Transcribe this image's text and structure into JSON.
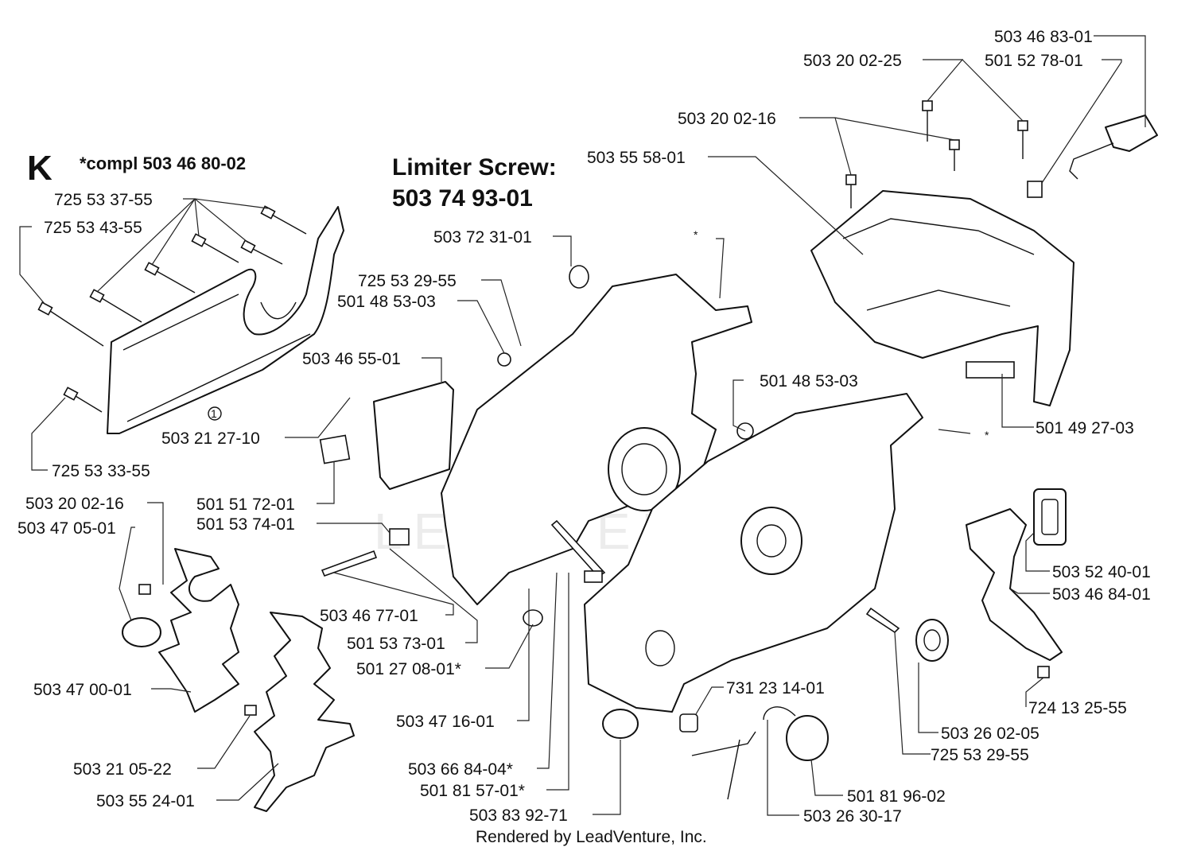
{
  "section": {
    "letter": "K",
    "complete_set": "*compl 503 46 80-02"
  },
  "limiter": {
    "line1": "Limiter Screw:",
    "line2": "503 74 93-01"
  },
  "watermark": "LEADVENTURE",
  "footer": "Rendered by LeadVenture, Inc.",
  "callout_number": "1",
  "asterisks": [
    "*",
    "*"
  ],
  "labels": [
    "503 46 83-01",
    "503 20 02-25",
    "501 52 78-01",
    "503 20 02-16",
    "503 55 58-01",
    "725 53 37-55",
    "725 53 43-55",
    "503 72 31-01",
    "725 53 29-55",
    "501 48 53-03",
    "503 46 55-01",
    "501 48 53-03",
    "503 21 27-10",
    "501 49 27-03",
    "725 53 33-55",
    "503 20 02-16",
    "501 51 72-01",
    "503 47 05-01",
    "501 53 74-01",
    "503 52 40-01",
    "503 46 84-01",
    "503 46 77-01",
    "501 53 73-01",
    "501 27 08-01*",
    "503 47 00-01",
    "731 23 14-01",
    "724 13 25-55",
    "503 47 16-01",
    "503 26 02-05",
    "503 21 05-22",
    "503 66 84-04*",
    "725 53 29-55",
    "501 81 57-01*",
    "501 81 96-02",
    "503 55 24-01",
    "503 83 92-71",
    "503 26 30-17"
  ]
}
